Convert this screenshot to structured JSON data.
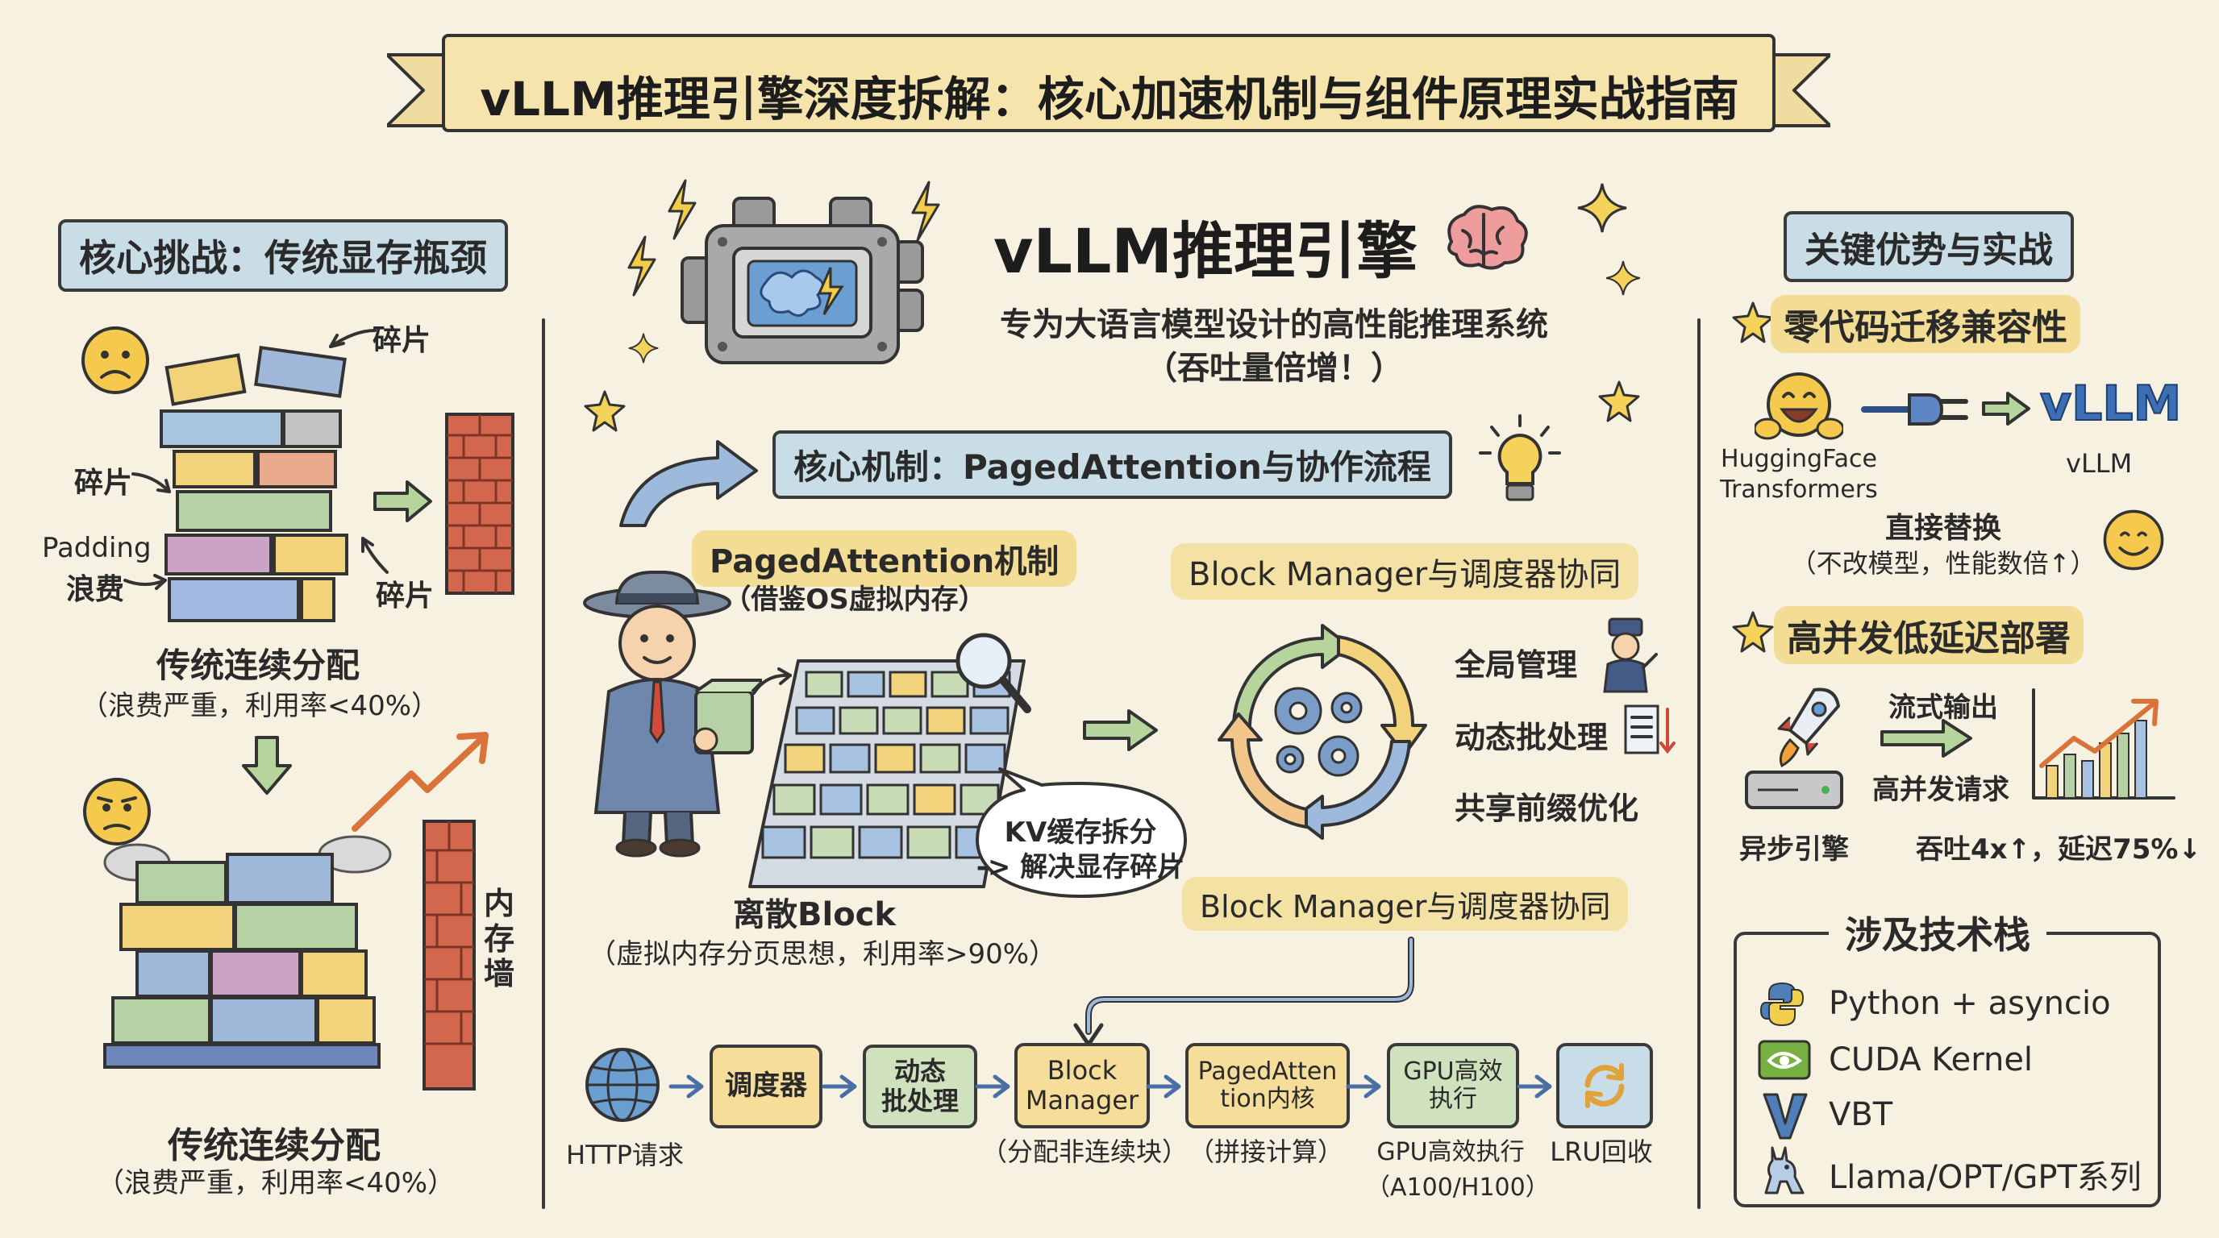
{
  "title": "vLLM推理引擎深度拆解：核心加速机制与组件原理实战指南",
  "left": {
    "header": "核心挑战：传统显存瓶颈",
    "label_frag_top": "碎片",
    "label_frag_left": "碎片",
    "label_padding": "Padding",
    "label_waste": "浪费",
    "label_frag_right": "碎片",
    "top_caption": "传统连续分配",
    "top_sub": "（浪费严重，利用率<40%）",
    "wall_label": "内存墙",
    "bottom_caption": "传统连续分配",
    "bottom_sub": "（浪费严重，利用率<40%）"
  },
  "center": {
    "engine_title": "vLLM推理引擎",
    "engine_sub1": "专为大语言模型设计的高性能推理系统",
    "engine_sub2": "（吞吐量倍增！）",
    "mechanism_header": "核心机制：PagedAttention与协作流程",
    "paged_title": "PagedAttention机制",
    "paged_sub": "（借鉴OS虚拟内存）",
    "bubble_line1": "KV缓存拆分",
    "bubble_line2": "-> 解决显存碎片",
    "block_caption": "离散Block",
    "block_sub": "（虚拟内存分页思想，利用率>90%）",
    "bm_title": "Block Manager与调度器协同",
    "bm_items": [
      "全局管理",
      "动态批处理",
      "共享前缀优化"
    ],
    "bm_title_2": "Block Manager与调度器协同",
    "flow": {
      "http_label": "HTTP请求",
      "scheduler": "调度器",
      "batch": "动态\n批处理",
      "block_manager": "Block\nManager",
      "block_manager_sub": "（分配非连续块）",
      "paged_kernel": "PagedAtten\ntion内核",
      "paged_kernel_sub": "（拼接计算）",
      "gpu": "GPU高效\n执行",
      "gpu_sub1": "GPU高效执行",
      "gpu_sub2": "（A100/H100）",
      "lru_label": "LRU回收"
    }
  },
  "right": {
    "header": "关键优势与实战",
    "zero_code_title": "零代码迁移兼容性",
    "hf_label_1": "HuggingFace",
    "hf_label_2": "Transformers",
    "vllm_logo": "vLLM",
    "vllm_label": "vLLM",
    "replace_title": "直接替换",
    "replace_sub": "（不改模型，性能数倍↑）",
    "concurrency_title": "高并发低延迟部署",
    "stream_label": "流式输出",
    "concurrent_label": "高并发请求",
    "async_label": "异步引擎",
    "perf_label": "吞吐4x↑，延迟75%↓",
    "tech_header": "涉及技术栈",
    "tech": [
      "Python + asyncio",
      "CUDA Kernel",
      "VBT",
      "Llama/OPT/GPT系列"
    ]
  },
  "colors": {
    "background": "#f7f1e1",
    "section_blue": "#c9dde6",
    "highlight_yellow": "#f3dc93",
    "flow_yellow": "#f6dd9a",
    "flow_green": "#cfe1bd",
    "flow_blue": "#c8dde8"
  }
}
